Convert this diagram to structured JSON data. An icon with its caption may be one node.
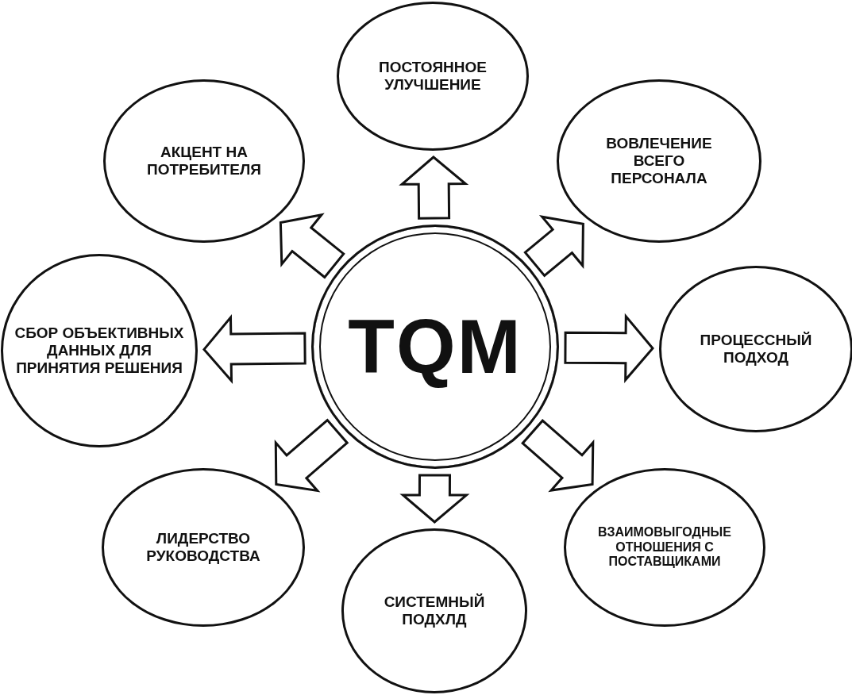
{
  "diagram": {
    "nodes": [
      {
        "text": [
          "TQM"
        ]
      },
      {
        "text": [
          "ПОСТОЯННОЕ УЛУЧШЕНИЕ"
        ]
      },
      {
        "text": [
          "ВОВЛЕЧЕНИЕ ВСЕГО ПЕРСОНАЛА"
        ]
      },
      {
        "text": [
          "ПРОЦЕССНЫЙ ПОДХОД"
        ]
      },
      {
        "text": [
          "ВЗАИМОВЫГОДНЫЕ ОТНОШЕНИЯ С ПОСТАВЩИКАМИ"
        ]
      },
      {
        "text": [
          "СИСТЕМНЫЙ ПОДХЛД"
        ]
      },
      {
        "text": [
          "ЛИДЕРСТВО РУКОВОДСТВА"
        ]
      },
      {
        "text": [
          "СБОР ОБЪЕКТИВНЫХ ДАННЫХ ДЛЯ ПРИНЯТИЯ РЕШЕНИЯ"
        ]
      },
      {
        "text": [
          "АКЦЕНТ НА ПОТРЕБИТЕЛЯ"
        ]
      }
    ],
    "edges": [
      {
        "from": 0,
        "to": 1,
        "arrow": "to"
      },
      {
        "from": 0,
        "to": 2,
        "arrow": "to"
      },
      {
        "from": 0,
        "to": 3,
        "arrow": "to"
      },
      {
        "from": 0,
        "to": 4,
        "arrow": "to"
      },
      {
        "from": 0,
        "to": 5,
        "arrow": "to"
      },
      {
        "from": 0,
        "to": 6,
        "arrow": "to"
      },
      {
        "from": 0,
        "to": 7,
        "arrow": "to"
      },
      {
        "from": 0,
        "to": 8,
        "arrow": "to"
      }
    ]
  }
}
